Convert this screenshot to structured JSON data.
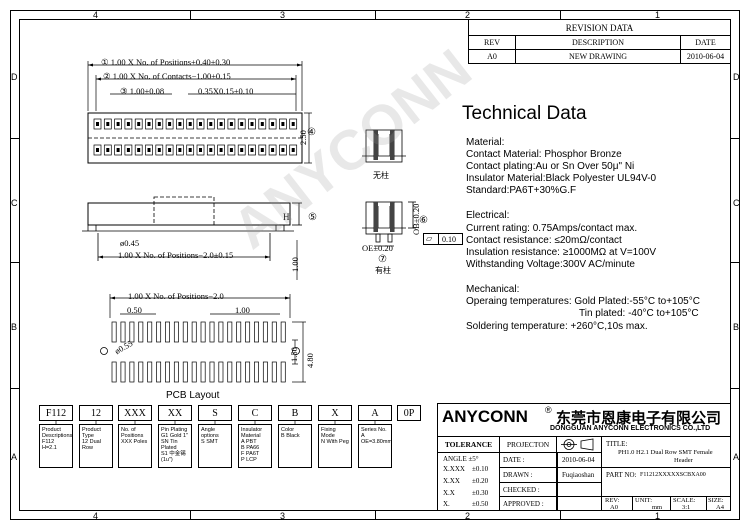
{
  "frame": {
    "top_cols": [
      "4",
      "3",
      "2",
      "1"
    ],
    "bottom_cols": [
      "4",
      "3",
      "2",
      "1"
    ],
    "left_rows": [
      "D",
      "C",
      "B",
      "A"
    ],
    "right_rows": [
      "D",
      "C",
      "B",
      "A"
    ]
  },
  "revision": {
    "title": "REVISION DATA",
    "headers": [
      "REV",
      "DESCRIPTION",
      "DATE"
    ],
    "row": [
      "A0",
      "NEW DRAWING",
      "2010-06-04"
    ]
  },
  "tech": {
    "title": "Technical Data",
    "material_head": "Material:",
    "material_lines": [
      "Contact Material: Phosphor Bronze",
      "Contact plating:Au or Sn Over 50μ\" Ni",
      "Insulator Material:Black Polyester UL94V-0",
      "Standard:PA6T+30%G.F"
    ],
    "electrical_head": "Electrical:",
    "electrical_lines": [
      "Current rating: 0.75Amps/contact max.",
      "Contact resistance: ≤20mΩ/contact",
      "Insulation resistance: ≥1000MΩ at V=100V",
      "Withstanding Voltage:300V AC/minute"
    ],
    "mechanical_head": "Mechanical:",
    "mechanical_lines": [
      "Operaing temperatures: Gold Plated:-55°C to+105°C",
      "Tin plated: -40°C to+105°C",
      "Soldering temperature: +260°C,10s max."
    ]
  },
  "dims": {
    "d1": "① 1.00 X No. of Positions+0.40±0.30",
    "d2": "② 1.00 X No. of Contacts−1.00±0.15",
    "d3": "③ 1.00±0.08",
    "d4": "0.35X0.15±0.10",
    "h250": "2.50",
    "c4": "④",
    "c5": "⑤",
    "H": "H",
    "d045": "ø0.45",
    "d_pos2": "1.00 X No. of Positions−2.0±0.15",
    "d100v": "1.00",
    "d_pcb": "1.00 X No. of Positions−2.0",
    "d050": "0.50",
    "d100": "1.00",
    "d055": "ø0.55",
    "d150": "1.50",
    "d480": "4.80",
    "pcb_label": "PCB Layout"
  },
  "contact": {
    "label_top": "无柱",
    "label_bottom": "有柱",
    "ob": "OB±0.20",
    "oe": "OE±0.20",
    "c6": "⑥",
    "c7": "⑦",
    "tol": "0.10",
    "watermark": "ANYCONN"
  },
  "part_number": {
    "codes": [
      "F112",
      "12",
      "XXX",
      "XX",
      "S",
      "C",
      "B",
      "X",
      "A",
      "0P"
    ],
    "descs": [
      [
        "Product",
        "Descriptions",
        "F112  H=2.1"
      ],
      [
        "Product Type",
        "12 Dual Row"
      ],
      [
        "No. of Positions",
        "XXX Poles"
      ],
      [
        "Pin Plating",
        "G1 Gold 1\"",
        "SN  Tin  Plated",
        "S1  中金锡(1u\")"
      ],
      [
        "Angle options",
        "S  SMT"
      ],
      [
        "Insulator",
        "Material",
        "A    PBT",
        "B    PA66",
        "F    PA6T",
        "P    LCP"
      ],
      [
        "Color",
        "B    Black"
      ],
      [
        "Fixing Mode",
        "N  With Peg"
      ],
      [
        "Series No.",
        "A OE=3.80mm"
      ]
    ]
  },
  "title_block": {
    "brand": "ANYCONN",
    "reg": "®",
    "chinese": "东莞市恩康电子有限公司",
    "company_en": "DONGGUAN  ANYCONN  ELECTRONICS  CO.,LTD",
    "tolerance": "TOLERANCE",
    "projection": "PROJECTON",
    "angle": "ANGLE  ±5°",
    "tol_rows": [
      [
        "X.XXX",
        "±0.10"
      ],
      [
        "X.XX",
        "±0.20"
      ],
      [
        "X.X",
        "±0.30"
      ],
      [
        "X.",
        "±0.50"
      ]
    ],
    "date_label": "DATE :",
    "date_value": "2010-06-04",
    "drawn_label": "DRAWN :",
    "drawn_value": "Fuqiaoshan",
    "checked_label": "CHECKED :",
    "approved_label": "APPROVED :",
    "title_label": "TITLE:",
    "title_value": "PH1.0 H2.1  Dual Row SMT  Female",
    "title_value2": "Header",
    "partno_label": "PART NO:",
    "partno_value": "F11212XXXXXSCBXA00",
    "rev_label": "REV:",
    "rev_value": "A0",
    "unit_label": "UNIT:",
    "unit_value": "mm",
    "scale_label": "SCALE:",
    "scale_value": "3:1",
    "size_label": "SIZE:",
    "size_value": "A4"
  }
}
